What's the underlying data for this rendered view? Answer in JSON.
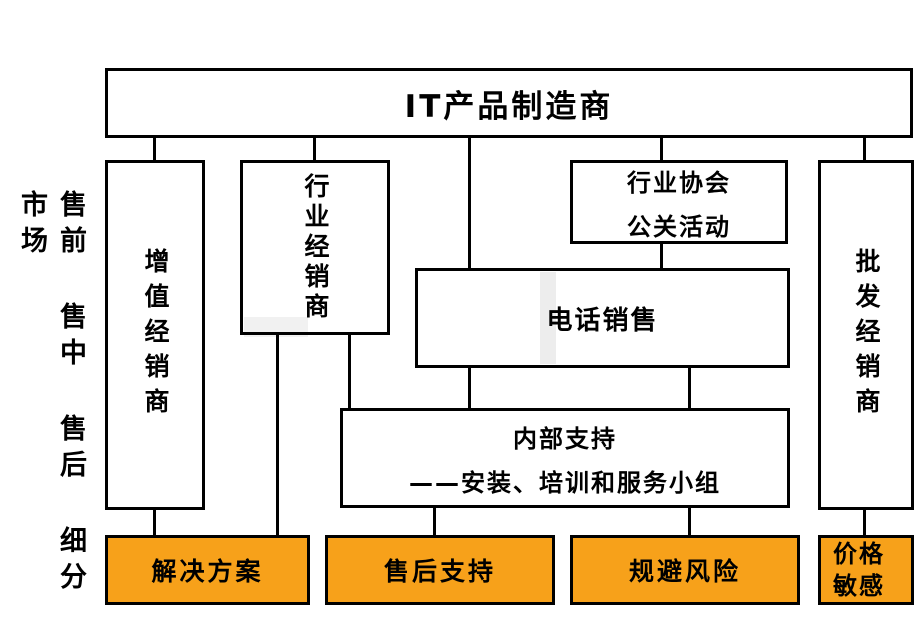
{
  "colors": {
    "orange_fill": "#F7A11A",
    "line": "#000000"
  },
  "side_label": {
    "text": "售前 售中 售后 细分市场"
  },
  "title_box": {
    "label": "IT产品制造商"
  },
  "boxes": {
    "value_added_reseller": {
      "label": "增值经销商"
    },
    "industry_reseller": {
      "label": "行业经销商"
    },
    "industry_association": {
      "line1": "行业协会",
      "line2": "公关活动"
    },
    "telesales": {
      "label": "电话销售"
    },
    "internal_support": {
      "line1": "内部支持",
      "line2": "——安装、培训和服务小组"
    },
    "wholesale_reseller": {
      "label": "批发经销商"
    }
  },
  "bottom_boxes": {
    "solution": {
      "label": "解决方案"
    },
    "aftersales_support": {
      "label": "售后支持"
    },
    "risk_avoidance": {
      "label": "规避风险"
    },
    "price_sensitive": {
      "line1": "价格",
      "line2": "敏感"
    }
  }
}
